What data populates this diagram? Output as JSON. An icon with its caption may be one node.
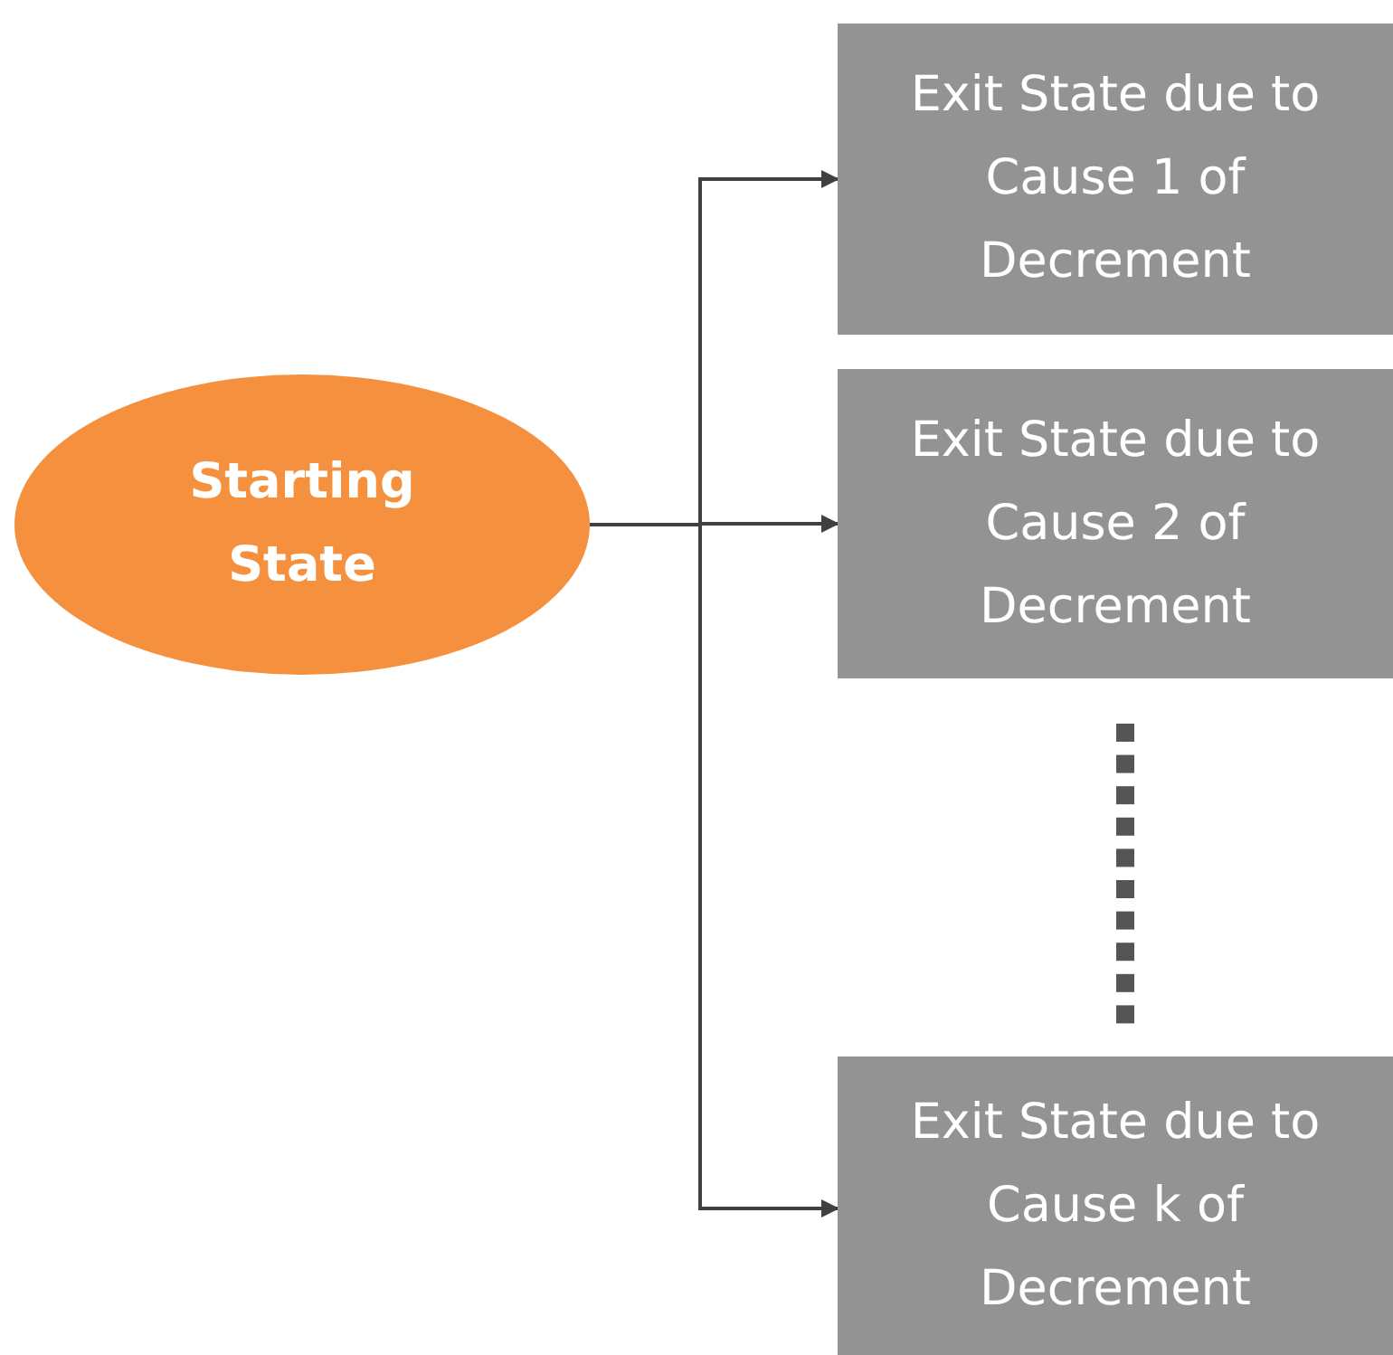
{
  "diagram": {
    "nodes": [
      {
        "text": [
          "Starting State"
        ]
      },
      {
        "text": [
          "Exit State due to Cause 1 of Decrement"
        ]
      },
      {
        "text": [
          "Exit State due to Cause 2 of Decrement"
        ]
      },
      {
        "text": [
          "Exit State due to Cause k of Decrement"
        ]
      }
    ],
    "edges": [
      {
        "from": 0,
        "to": 1,
        "arrow": "to"
      },
      {
        "from": 0,
        "to": 2,
        "arrow": "to"
      },
      {
        "from": 0,
        "to": 3,
        "arrow": "to"
      }
    ]
  }
}
